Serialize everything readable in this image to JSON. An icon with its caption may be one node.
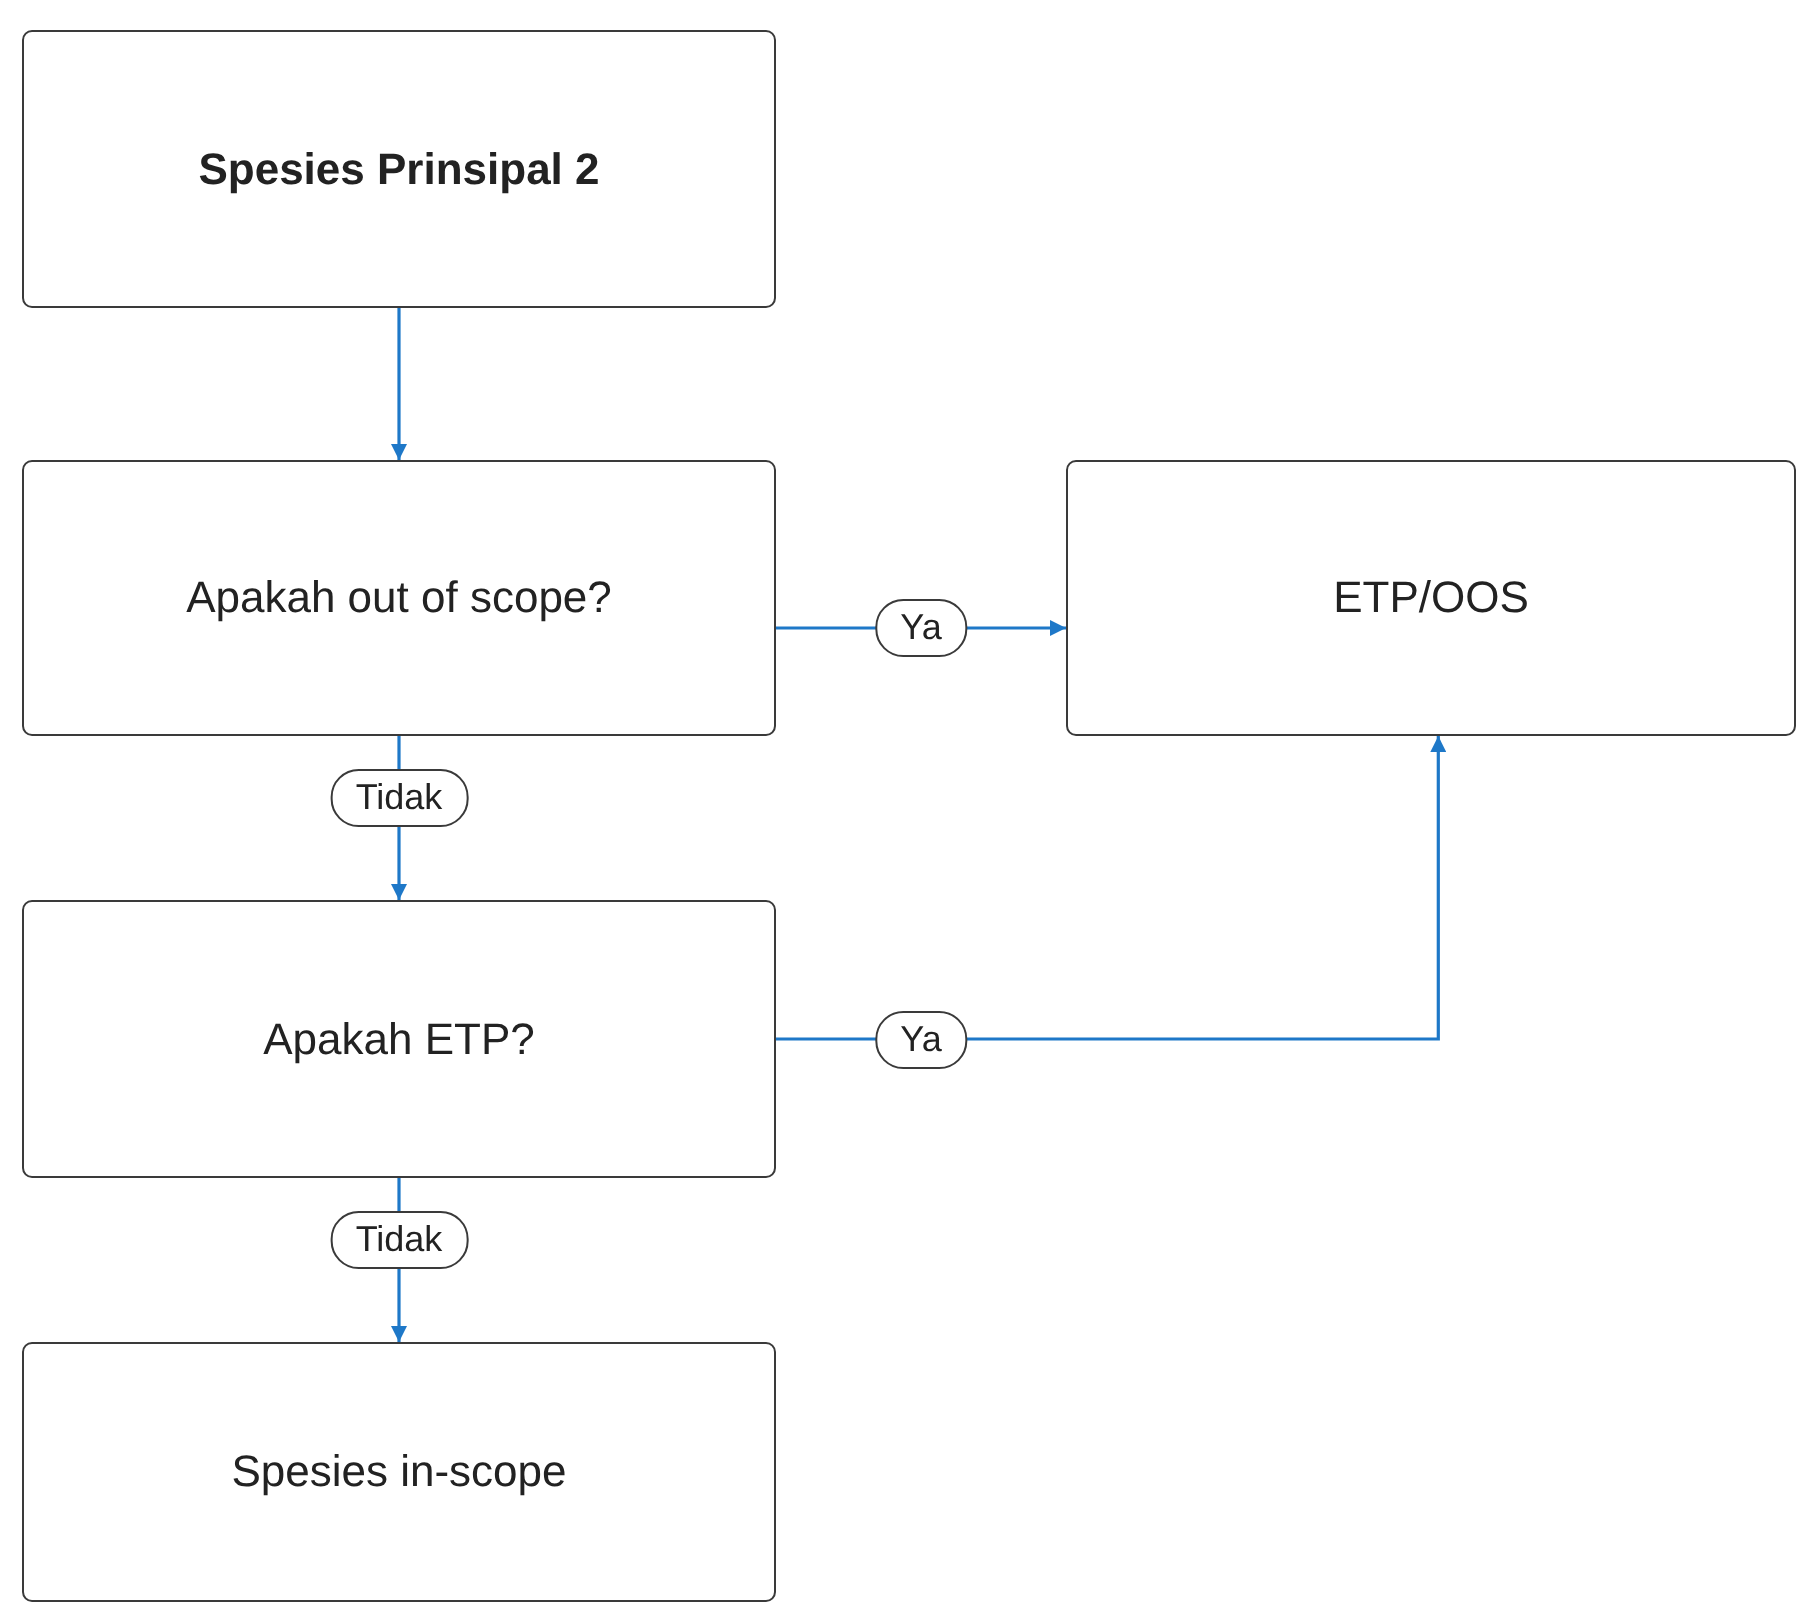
{
  "diagram": {
    "nodes": [
      {
        "text": [
          "Spesies Prinsipal 2"
        ]
      },
      {
        "text": [
          "Apakah out of scope?"
        ]
      },
      {
        "text": [
          "ETP/OOS"
        ]
      },
      {
        "text": [
          "Apakah ETP?"
        ]
      },
      {
        "text": [
          "Spesies in-scope"
        ]
      }
    ],
    "edges": [
      {
        "from": 0,
        "to": 1,
        "arrow": "to"
      },
      {
        "from": 1,
        "to": 2,
        "arrow": "to",
        "label": "Ya"
      },
      {
        "from": 1,
        "to": 3,
        "arrow": "to",
        "label": "Tidak"
      },
      {
        "from": 3,
        "to": 2,
        "arrow": "to",
        "label": "Ya"
      },
      {
        "from": 3,
        "to": 4,
        "arrow": "to",
        "label": "Tidak"
      }
    ]
  }
}
